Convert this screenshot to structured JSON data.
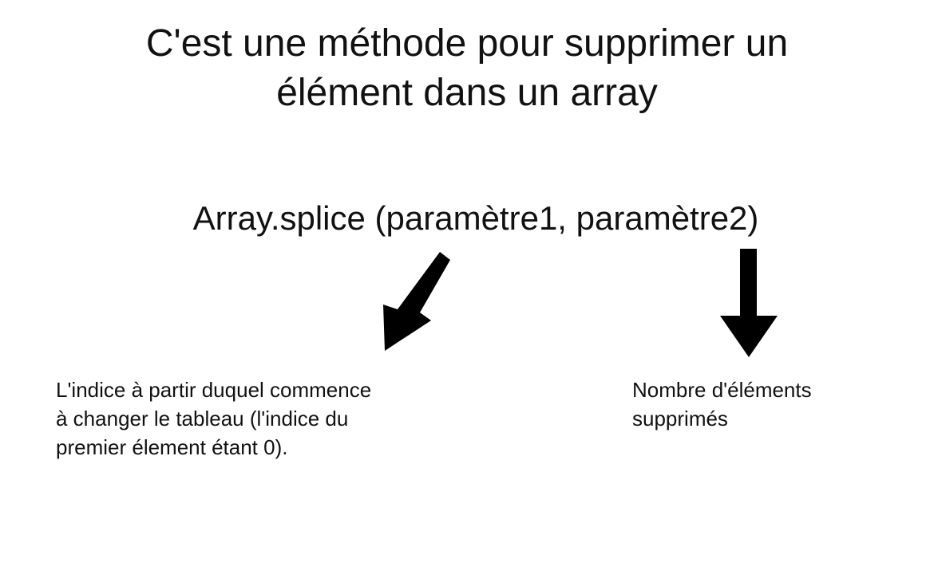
{
  "title": {
    "line1": "C'est une méthode pour supprimer un",
    "line2": "élément dans un array"
  },
  "code": "Array.splice (paramètre1, paramètre2)",
  "param1_description": {
    "line1": "L'indice à partir duquel commence",
    "line2": "à changer le tableau (l'indice du",
    "line3": "premier élement étant 0)."
  },
  "param2_description": {
    "line1": "Nombre d'éléments",
    "line2": "supprimés"
  },
  "colors": {
    "background": "#ffffff",
    "text": "#111111",
    "arrow": "#000000"
  },
  "icons": [
    "diagonal-arrow-down-left-icon",
    "arrow-down-icon"
  ]
}
